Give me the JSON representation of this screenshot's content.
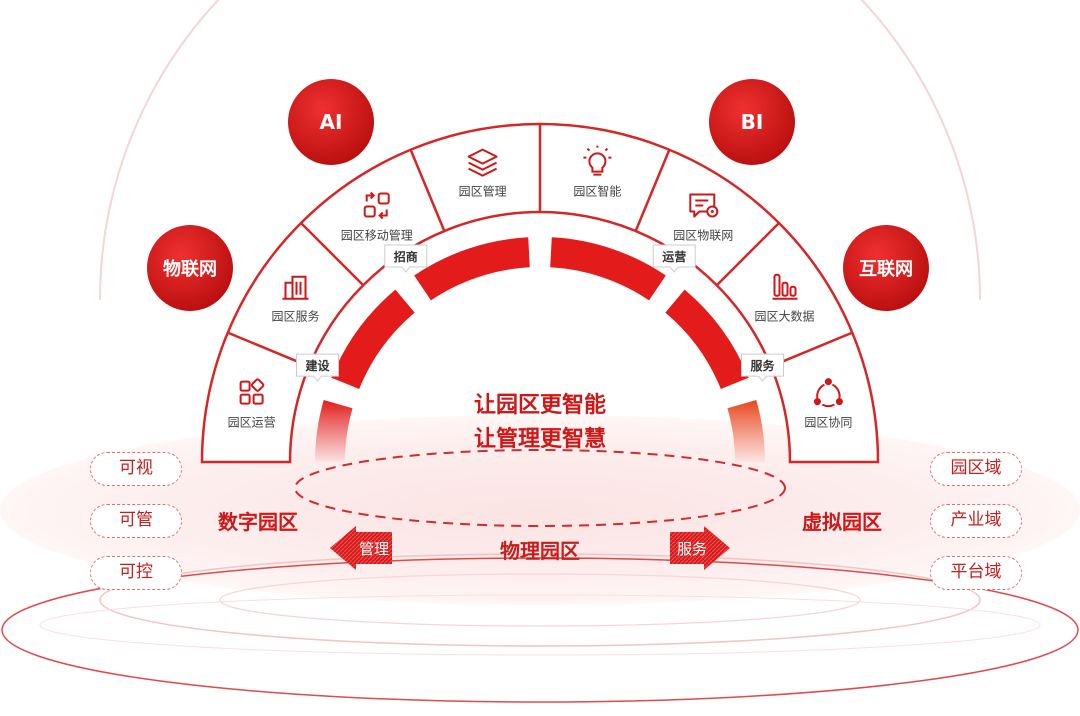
{
  "colors": {
    "red": "#e31b1b",
    "dark_red": "#c01414",
    "ring_border": "#d62626",
    "text": "#444444"
  },
  "badges": [
    {
      "name": "iot-badge",
      "label": "物联网"
    },
    {
      "name": "ai-badge",
      "label": "AI"
    },
    {
      "name": "bi-badge",
      "label": "BI"
    },
    {
      "name": "internet-badge",
      "label": "互联网"
    }
  ],
  "segments": [
    {
      "label": "园区运营",
      "icon": "grid-apps-icon"
    },
    {
      "label": "园区服务",
      "icon": "building-icon"
    },
    {
      "label": "园区移动管理",
      "icon": "sync-squares-icon"
    },
    {
      "label": "园区管理",
      "icon": "layers-icon"
    },
    {
      "label": "园区智能",
      "icon": "lightbulb-icon"
    },
    {
      "label": "园区物联网",
      "icon": "chat-gear-icon"
    },
    {
      "label": "园区大数据",
      "icon": "bar-chart-icon"
    },
    {
      "label": "园区协同",
      "icon": "share-network-icon"
    }
  ],
  "stages": [
    "建设",
    "招商",
    "运营",
    "服务"
  ],
  "center": {
    "line1": "让园区更智能",
    "line2": "让管理更智慧"
  },
  "left": {
    "title": "数字园区",
    "pills": [
      "可视",
      "可管",
      "可控"
    ]
  },
  "right": {
    "title": "虚拟园区",
    "pills": [
      "园区域",
      "产业域",
      "平台域"
    ]
  },
  "bottom": {
    "title": "物理园区",
    "left_arrow": "管理",
    "right_arrow": "服务"
  }
}
